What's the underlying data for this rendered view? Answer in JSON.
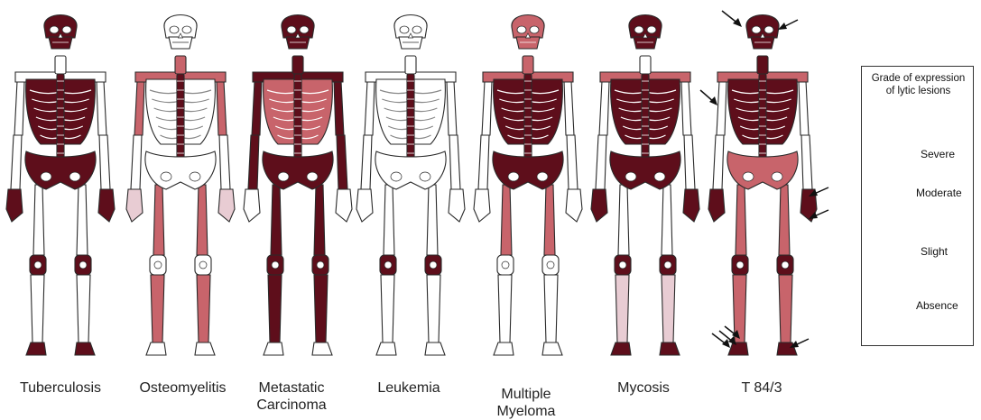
{
  "figure": {
    "colors": {
      "severe": "#5e0e1b",
      "moderate": "#c8646b",
      "slight": "#e8ccd3",
      "absence": "#ffffff",
      "outline": "#2a2a2a"
    },
    "skeletons": [
      {
        "label": "Tuberculosis",
        "grades": {
          "skull": "severe",
          "neck": "absence",
          "shoulders": "absence",
          "ribs": "severe",
          "humerus": "absence",
          "forearm": "absence",
          "hands": "severe",
          "spine": "severe",
          "pelvis": "severe",
          "femur": "absence",
          "knees": "severe",
          "tibia": "absence",
          "feet": "severe"
        }
      },
      {
        "label": "Osteomyelitis",
        "grades": {
          "skull": "absence",
          "neck": "moderate",
          "shoulders": "moderate",
          "ribs": "absence",
          "humerus": "moderate",
          "forearm": "absence",
          "hands": "slight",
          "spine": "severe",
          "pelvis": "absence",
          "femur": "moderate",
          "knees": "absence",
          "tibia": "moderate",
          "feet": "absence"
        }
      },
      {
        "label": "Metastatic\nCarcinoma",
        "grades": {
          "skull": "severe",
          "neck": "severe",
          "shoulders": "severe",
          "ribs": "moderate",
          "humerus": "severe",
          "forearm": "severe",
          "hands": "absence",
          "spine": "severe",
          "pelvis": "severe",
          "femur": "severe",
          "knees": "severe",
          "tibia": "severe",
          "feet": "absence"
        }
      },
      {
        "label": "Leukemia",
        "grades": {
          "skull": "absence",
          "neck": "absence",
          "shoulders": "absence",
          "ribs": "absence",
          "humerus": "absence",
          "forearm": "absence",
          "hands": "absence",
          "spine": "severe",
          "pelvis": "absence",
          "femur": "absence",
          "knees": "severe",
          "tibia": "absence",
          "feet": "absence"
        }
      },
      {
        "label": "Multiple\nMyeloma",
        "grades": {
          "skull": "moderate",
          "neck": "moderate",
          "shoulders": "moderate",
          "ribs": "severe",
          "humerus": "absence",
          "forearm": "absence",
          "hands": "absence",
          "spine": "severe",
          "pelvis": "severe",
          "femur": "moderate",
          "knees": "absence",
          "tibia": "absence",
          "feet": "absence"
        }
      },
      {
        "label": "Mycosis",
        "grades": {
          "skull": "severe",
          "neck": "absence",
          "shoulders": "moderate",
          "ribs": "severe",
          "humerus": "absence",
          "forearm": "absence",
          "hands": "severe",
          "spine": "severe",
          "pelvis": "severe",
          "femur": "absence",
          "knees": "severe",
          "tibia": "slight",
          "feet": "severe"
        }
      },
      {
        "label": "T 84/3",
        "grades": {
          "skull": "severe",
          "neck": "severe",
          "shoulders": "moderate",
          "ribs": "severe",
          "humerus": "absence",
          "forearm": "absence",
          "hands": "severe",
          "spine": "severe",
          "pelvis": "moderate",
          "femur": "moderate",
          "knees": "severe",
          "tibia": "moderate",
          "feet": "severe"
        }
      }
    ],
    "legend": {
      "title": "Grade of expression\nof lytic lesions",
      "items": [
        {
          "label": "Severe",
          "grade": "severe"
        },
        {
          "label": "Moderate",
          "grade": "moderate"
        },
        {
          "label": "Slight",
          "grade": "slight"
        },
        {
          "label": "Absence",
          "grade": "absence"
        }
      ]
    }
  }
}
